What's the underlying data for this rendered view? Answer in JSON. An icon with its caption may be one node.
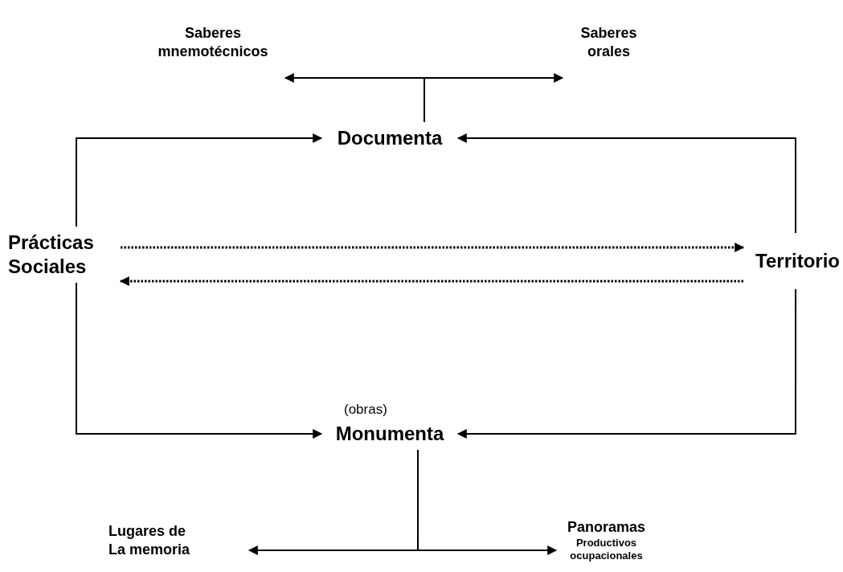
{
  "diagram": {
    "nodes": [
      {
        "text": [
          "Saberes mnemotécnicos"
        ]
      },
      {
        "text": [
          "Saberes orales"
        ]
      },
      {
        "text": [
          "Documenta"
        ]
      },
      {
        "text": [
          "Prácticas Sociales"
        ]
      },
      {
        "text": [
          "Territorio"
        ]
      },
      {
        "text": [
          "Monumenta"
        ],
        "beside": [
          "(obras)"
        ]
      },
      {
        "text": [
          "Lugares de La memoria"
        ]
      },
      {
        "text": [
          "Panoramas",
          "Productivos ocupacionales"
        ]
      }
    ],
    "edges": [
      {
        "from": 2,
        "to": 0,
        "arrow": "to"
      },
      {
        "from": 2,
        "to": 1,
        "arrow": "to"
      },
      {
        "from": 3,
        "to": 2,
        "arrow": "to"
      },
      {
        "from": 4,
        "to": 2,
        "arrow": "to"
      },
      {
        "from": 3,
        "to": 4,
        "arrow": "to",
        "style": "dashed"
      },
      {
        "from": 4,
        "to": 3,
        "arrow": "to",
        "style": "dashed"
      },
      {
        "from": 3,
        "to": 5,
        "arrow": "to"
      },
      {
        "from": 4,
        "to": 5,
        "arrow": "to"
      },
      {
        "from": 5,
        "to": 6,
        "arrow": "to"
      },
      {
        "from": 5,
        "to": 7,
        "arrow": "to"
      }
    ]
  }
}
